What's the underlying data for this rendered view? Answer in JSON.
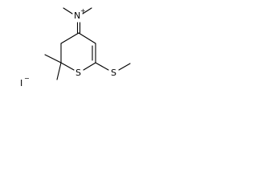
{
  "molecule": {
    "atoms": {
      "nitrogen": "N",
      "nitrogen_charge": "+",
      "sulfur": "S",
      "thioether_sulfur": "S",
      "iodide": "I",
      "iodide_charge": "−"
    }
  },
  "colors": {
    "bond": "#000000",
    "text": "#000000",
    "background": "#ffffff"
  }
}
